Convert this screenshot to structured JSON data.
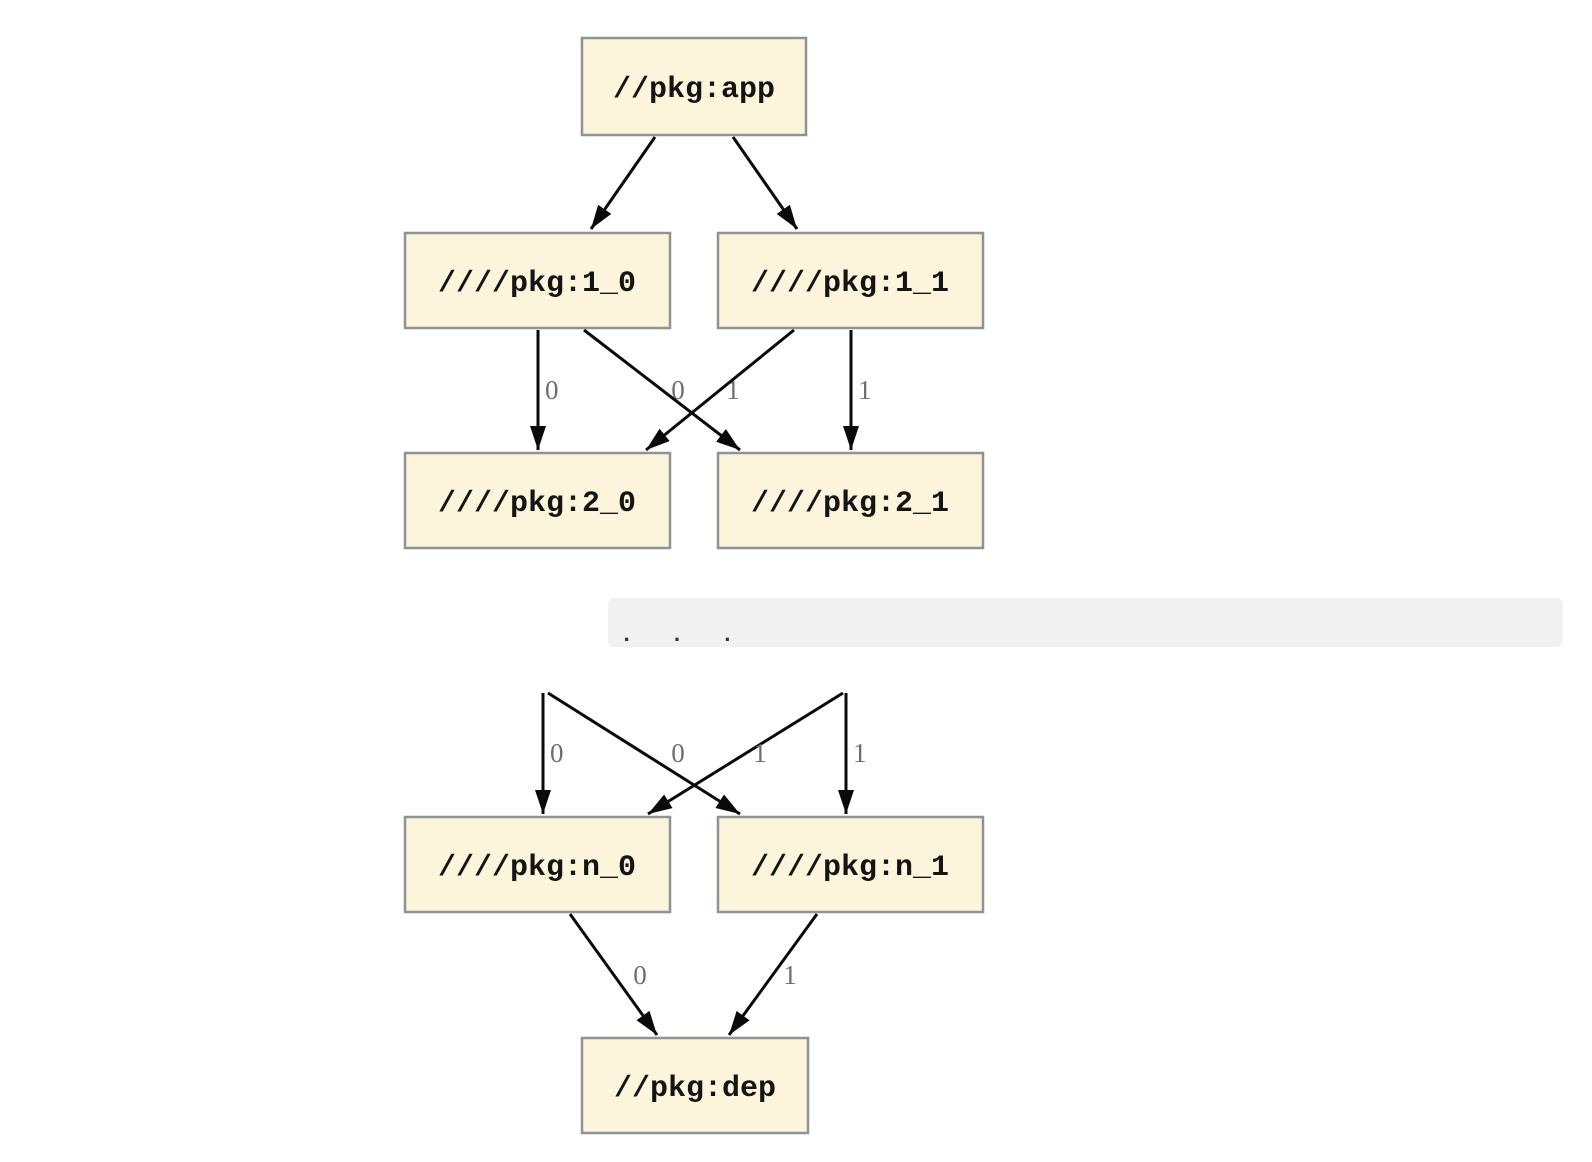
{
  "diagram": {
    "type": "dependency-graph",
    "colors": {
      "node_fill": "#FCF5DB",
      "node_border": "#8D9494",
      "edge": "#0a0a0a",
      "edge_label": "#6e6e6e",
      "ellipsis_band": "#f1f1f1",
      "background": "#ffffff"
    },
    "nodes": {
      "app": {
        "label": "//pkg:app"
      },
      "v1_0": {
        "label": "////pkg:1_0"
      },
      "v1_1": {
        "label": "////pkg:1_1"
      },
      "v2_0": {
        "label": "////pkg:2_0"
      },
      "v2_1": {
        "label": "////pkg:2_1"
      },
      "vn_0": {
        "label": "////pkg:n_0"
      },
      "vn_1": {
        "label": "////pkg:n_1"
      },
      "dep": {
        "label": "//pkg:dep"
      }
    },
    "edge_labels": {
      "upper": [
        "0",
        "0",
        "1",
        "1"
      ],
      "middle": [
        "0",
        "0",
        "1",
        "1"
      ],
      "lower": [
        "0",
        "1"
      ]
    },
    "ellipsis": {
      "text": ". . ."
    }
  }
}
